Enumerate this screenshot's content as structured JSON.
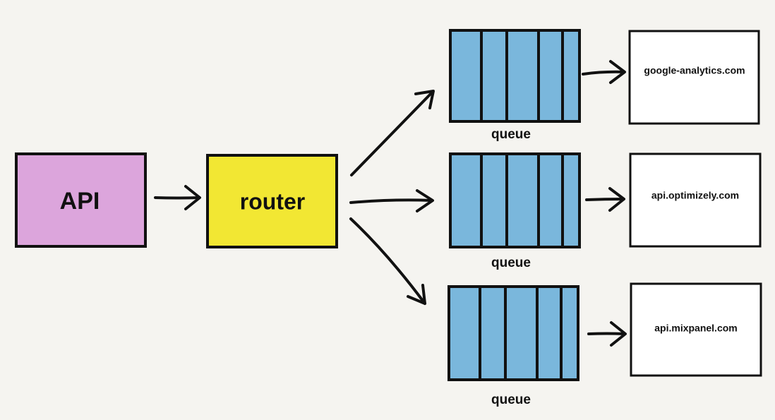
{
  "colors": {
    "background": "#f5f4f0",
    "ink": "#111111",
    "api_fill": "#dca5dc",
    "router_fill": "#f2e733",
    "queue_fill": "#7ab7dc",
    "service_fill": "#ffffff"
  },
  "nodes": {
    "api": {
      "label": "API"
    },
    "router": {
      "label": "router"
    },
    "queues": [
      {
        "label": "queue"
      },
      {
        "label": "queue"
      },
      {
        "label": "queue"
      }
    ],
    "services": [
      {
        "label": "google-analytics.com"
      },
      {
        "label": "api.optimizely.com"
      },
      {
        "label": "api.mixpanel.com"
      }
    ]
  },
  "edges": [
    {
      "from": "api",
      "to": "router"
    },
    {
      "from": "router",
      "to": "queue-1"
    },
    {
      "from": "router",
      "to": "queue-2"
    },
    {
      "from": "router",
      "to": "queue-3"
    },
    {
      "from": "queue-1",
      "to": "google-analytics.com"
    },
    {
      "from": "queue-2",
      "to": "api.optimizely.com"
    },
    {
      "from": "queue-3",
      "to": "api.mixpanel.com"
    }
  ]
}
